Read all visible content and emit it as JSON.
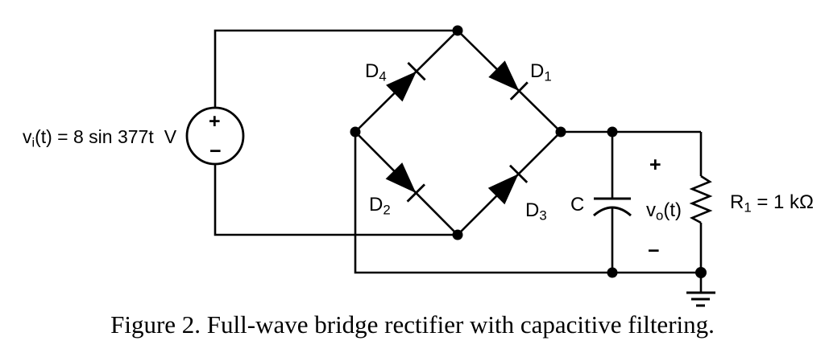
{
  "figure": {
    "caption": "Figure 2. Full-wave bridge rectifier with capacitive filtering."
  },
  "source": {
    "label_base": "v",
    "label_sub": "i",
    "label_rest": "(t) = 8 sin 377t",
    "label_unit": "V",
    "plus": "+",
    "minus": "−"
  },
  "diodes": {
    "d1": {
      "base": "D",
      "sub": "1"
    },
    "d2": {
      "base": "D",
      "sub": "2"
    },
    "d3": {
      "base": "D",
      "sub": "3"
    },
    "d4": {
      "base": "D",
      "sub": "4"
    }
  },
  "output": {
    "cap_label": "C",
    "plus": "+",
    "vout_base": "v",
    "vout_sub": "o",
    "vout_rest": "(t)",
    "minus": "−",
    "res_base": "R",
    "res_sub": "1",
    "res_rest": " = 1 kΩ"
  },
  "colors": {
    "ink": "#000000",
    "background": "#ffffff"
  }
}
